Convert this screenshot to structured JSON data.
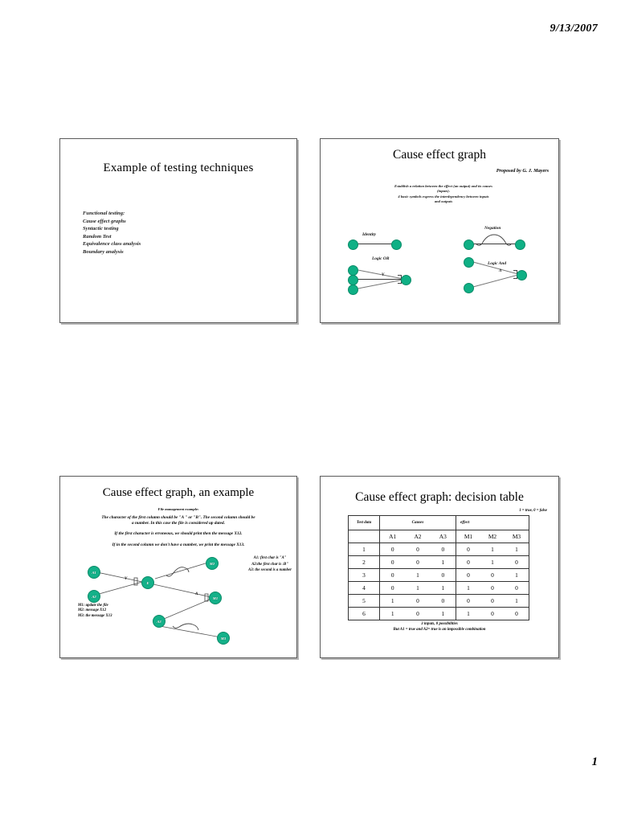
{
  "page": {
    "date": "9/13/2007",
    "number": "1"
  },
  "slide1": {
    "title": "Example of testing techniques",
    "lead": "Functional testing:",
    "items": [
      "Cause effect graphs",
      "Syntactic testing",
      "Random Test",
      "Equivalence class analysis",
      "Boundary analysis"
    ]
  },
  "slide2": {
    "title": "Cause effect graph",
    "author": "Proposed by G. J. Mayers",
    "blurb": [
      "Establish a relation between the effect (an output) and its causes",
      "(inputs).",
      "4 basic symbols express the interdependency between inputs",
      "and outputs"
    ],
    "symbols": {
      "identity": "Identity",
      "negation": "Negation",
      "logic_or": "Logic OR",
      "logic_and": "Logic And",
      "or_operator": "V",
      "and_operator": "Λ"
    },
    "node_color": "#0fb085"
  },
  "slide3": {
    "title": "Cause effect graph, an example",
    "subtitle": "File management example:",
    "lines": [
      "The character of the first column should be \"A \" or \"B\". The second column should be",
      "a number. In this case the file is considered up dated.",
      "If the first character is erroneous, we should print then the message X12.",
      "If in the second column we don't have a number, we print the message X13."
    ],
    "nodes": [
      {
        "id": "A1",
        "label": "A1"
      },
      {
        "id": "A2",
        "label": "A2"
      },
      {
        "id": "A3",
        "label": "A3"
      },
      {
        "id": "E",
        "label": "E"
      },
      {
        "id": "M1",
        "label": "M1"
      },
      {
        "id": "M2",
        "label": "M2"
      },
      {
        "id": "M3",
        "label": "M3"
      }
    ],
    "operators": {
      "or": "V",
      "and": "Λ"
    },
    "legend_right": [
      "A1: first char is \"A\"",
      "A2:the first char is :B\"",
      "A3: the second is a number"
    ],
    "legend_left": [
      "M1: update the file",
      "M2: message X12",
      "M3: the message X13"
    ],
    "node_color": "#14b189"
  },
  "slide4": {
    "title": "Cause effect graph: decision table",
    "truth_note": "1 = true, 0 = false",
    "headers": {
      "test_data": "Test data",
      "causes": "Causes",
      "effect": "effect"
    },
    "cause_cols": [
      "A1",
      "A2",
      "A3"
    ],
    "effect_cols": [
      "M1",
      "M2",
      "M3"
    ],
    "rows": [
      {
        "n": "1",
        "causes": [
          "0",
          "0",
          "0"
        ],
        "effects": [
          "0",
          "1",
          "1"
        ]
      },
      {
        "n": "2",
        "causes": [
          "0",
          "0",
          "1"
        ],
        "effects": [
          "0",
          "1",
          "0"
        ]
      },
      {
        "n": "3",
        "causes": [
          "0",
          "1",
          "0"
        ],
        "effects": [
          "0",
          "0",
          "1"
        ]
      },
      {
        "n": "4",
        "causes": [
          "0",
          "1",
          "1"
        ],
        "effects": [
          "1",
          "0",
          "0"
        ]
      },
      {
        "n": "5",
        "causes": [
          "1",
          "0",
          "0"
        ],
        "effects": [
          "0",
          "0",
          "1"
        ]
      },
      {
        "n": "6",
        "causes": [
          "1",
          "0",
          "1"
        ],
        "effects": [
          "1",
          "0",
          "0"
        ]
      }
    ],
    "footer": [
      "3 inputs, 8 possibilities",
      "But A1 = true and A2= true is an impossible combination"
    ]
  }
}
